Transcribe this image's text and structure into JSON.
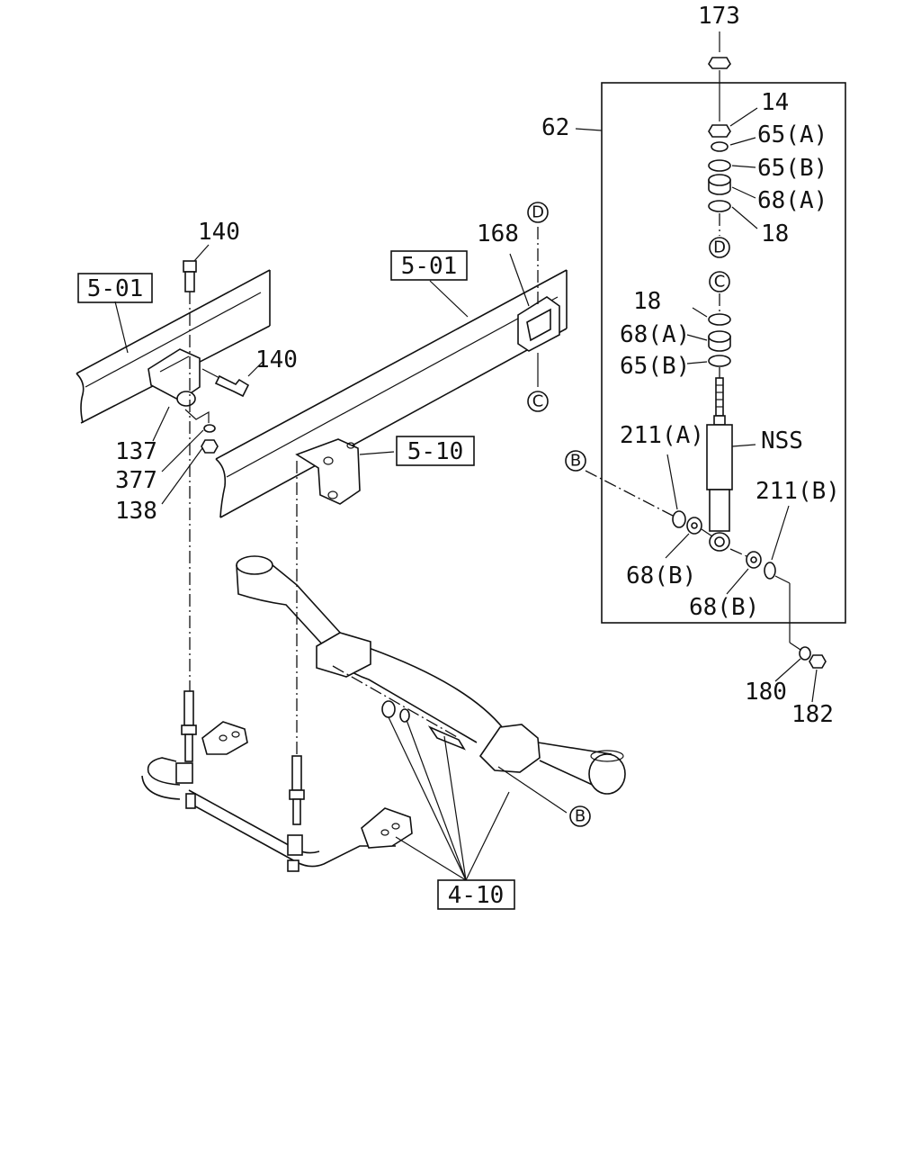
{
  "callouts": {
    "c173": "173",
    "c14": "14",
    "c65a_top": "65(A)",
    "c65b_top": "65(B)",
    "c68a_top": "68(A)",
    "c18_top": "18",
    "c62": "62",
    "c18_mid": "18",
    "c68a_mid": "68(A)",
    "c65b_mid": "65(B)",
    "c211a": "211(A)",
    "cnss": "NSS",
    "c211b": "211(B)",
    "c68b_left": "68(B)",
    "c68b_right": "68(B)",
    "c180": "180",
    "c182": "182",
    "c140_top": "140",
    "c140_side": "140",
    "c168": "168",
    "c137": "137",
    "c377": "377",
    "c138": "138"
  },
  "boxed_refs": {
    "ref_501_left": "5-01",
    "ref_501_right": "5-01",
    "ref_510": "5-10",
    "ref_410": "4-10"
  },
  "circled_refs": {
    "d_top_a": "D",
    "d_top_b": "D",
    "c_a": "C",
    "c_b": "C",
    "b_left": "B",
    "b_bottom": "B"
  }
}
